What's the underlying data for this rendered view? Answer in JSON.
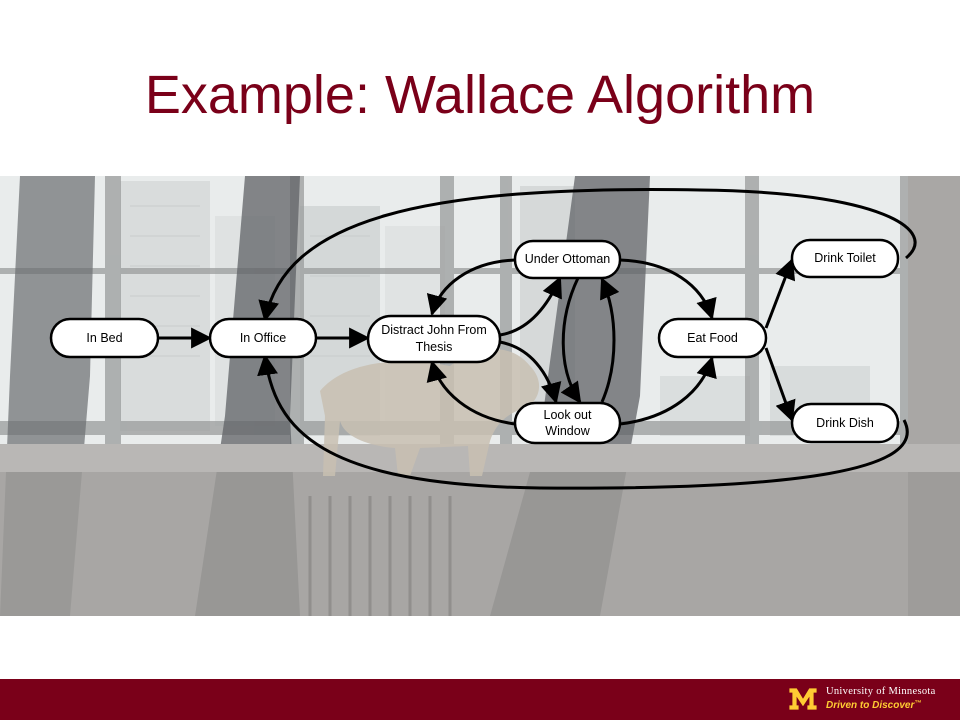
{
  "slide": {
    "title": "Example: Wallace Algorithm"
  },
  "diagram": {
    "nodes": [
      {
        "id": "in-bed",
        "lines": [
          "In Bed"
        ]
      },
      {
        "id": "in-office",
        "lines": [
          "In Office"
        ]
      },
      {
        "id": "distract",
        "lines": [
          "Distract John From",
          "Thesis"
        ]
      },
      {
        "id": "under-ottoman",
        "lines": [
          "Under Ottoman"
        ]
      },
      {
        "id": "look-out-window",
        "lines": [
          "Look out",
          "Window"
        ]
      },
      {
        "id": "eat-food",
        "lines": [
          "Eat Food"
        ]
      },
      {
        "id": "drink-toilet",
        "lines": [
          "Drink Toilet"
        ]
      },
      {
        "id": "drink-dish",
        "lines": [
          "Drink Dish"
        ]
      }
    ],
    "edges": [
      {
        "from": "in-bed",
        "to": "in-office"
      },
      {
        "from": "in-office",
        "to": "distract"
      },
      {
        "from": "distract",
        "to": "under-ottoman"
      },
      {
        "from": "distract",
        "to": "look-out-window"
      },
      {
        "from": "under-ottoman",
        "to": "distract"
      },
      {
        "from": "look-out-window",
        "to": "distract"
      },
      {
        "from": "under-ottoman",
        "to": "look-out-window"
      },
      {
        "from": "look-out-window",
        "to": "under-ottoman"
      },
      {
        "from": "under-ottoman",
        "to": "eat-food"
      },
      {
        "from": "look-out-window",
        "to": "eat-food"
      },
      {
        "from": "eat-food",
        "to": "drink-toilet"
      },
      {
        "from": "eat-food",
        "to": "drink-dish"
      },
      {
        "from": "drink-toilet",
        "to": "in-office"
      },
      {
        "from": "drink-dish",
        "to": "in-office"
      }
    ]
  },
  "footer": {
    "brand_line1": "University of Minnesota",
    "brand_line2": "Driven to Discover",
    "trademark": "™",
    "accent_color": "#7a0019",
    "gold_color": "#ffcc33"
  }
}
